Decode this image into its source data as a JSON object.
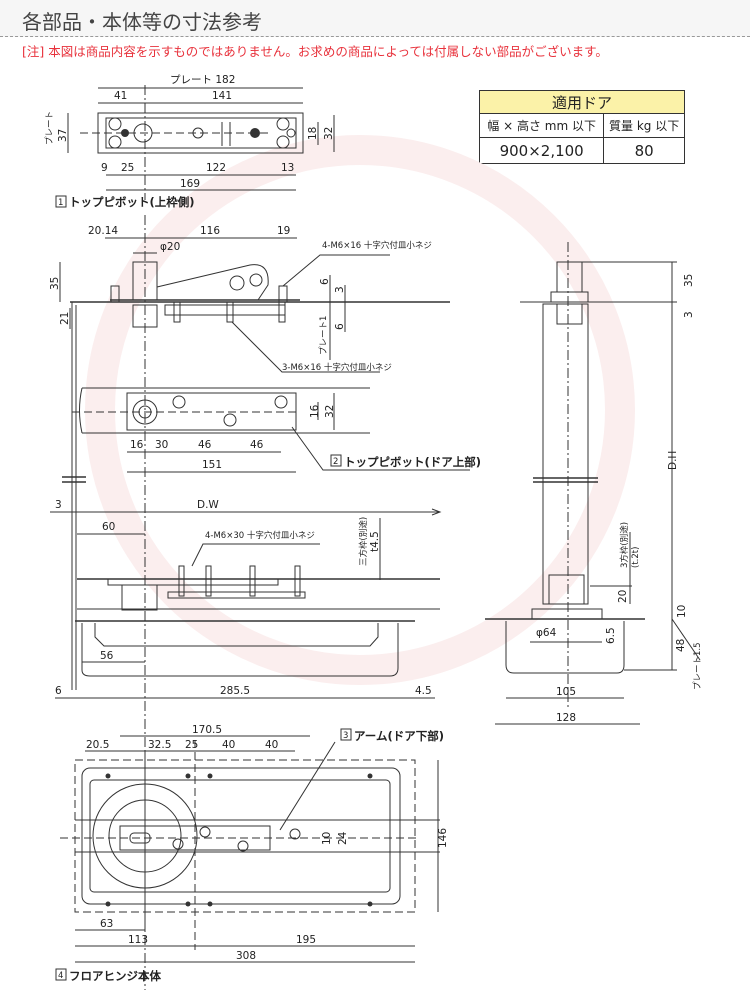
{
  "header": {
    "title": "各部品・本体等の寸法参考"
  },
  "note": "[注] 本図は商品内容を示すものではありません。お求めの商品によっては付属しない部品がございます。",
  "spec_table": {
    "title": "適用ドア",
    "col1": "幅 × 高さ mm 以下",
    "col2": "質量 kg 以下",
    "size": "900×2,100",
    "weight": "80"
  },
  "part1": {
    "label_num": "1",
    "label": "トップピボット(上枠側)",
    "plate": "プレート 182",
    "d41": "41",
    "d141": "141",
    "plate_v": "プレート",
    "d37": "37",
    "d18": "18",
    "d32": "32",
    "d9": "9",
    "d25": "25",
    "d122": "122",
    "d13": "13",
    "d169": "169"
  },
  "section": {
    "d20_14": "20.14",
    "d116": "116",
    "d19": "19",
    "phi20": "φ20",
    "screw1": "4-M6×16 十字穴付皿小ネジ",
    "d35": "35",
    "d21": "21",
    "d6a": "6",
    "d3": "3",
    "d6b": "6",
    "plate1": "プレート1",
    "screw2": "3-M6×16 十字穴付皿小ネジ"
  },
  "part2": {
    "label_num": "2",
    "label": "トップピボット(ドア上部)",
    "d16": "16",
    "d30": "30",
    "d46a": "46",
    "d46b": "46",
    "d151": "151",
    "d16v": "16",
    "d32v": "32"
  },
  "door": {
    "d3": "3",
    "dw": "D.W",
    "d60": "60",
    "screw3": "4-M6×30 十字穴付皿小ネジ",
    "frame_note": "三方枠(別途)",
    "t45": "t4.5",
    "d56": "56",
    "d6": "6",
    "d285": "285.5",
    "d45": "4.5"
  },
  "side": {
    "d35": "35",
    "d3": "3",
    "dh": "D.H",
    "frame_note": "3方枠(別途)",
    "t2t": "(t.2t)",
    "d20": "20",
    "d10": "10",
    "phi64": "φ64",
    "d65": "6.5",
    "d48": "48",
    "plate15": "プレート1.5",
    "d105": "105",
    "d128": "128"
  },
  "part3": {
    "label_num": "3",
    "label": "アーム(ドア下部)"
  },
  "part4": {
    "label_num": "4",
    "label": "フロアヒンジ本体",
    "d1705": "170.5",
    "d205": "20.5",
    "d325": "32.5",
    "d25": "25",
    "d40a": "40",
    "d40b": "40",
    "d10": "10",
    "d24": "24",
    "d146": "146",
    "d63": "63",
    "d113": "113",
    "d195": "195",
    "d308": "308"
  }
}
